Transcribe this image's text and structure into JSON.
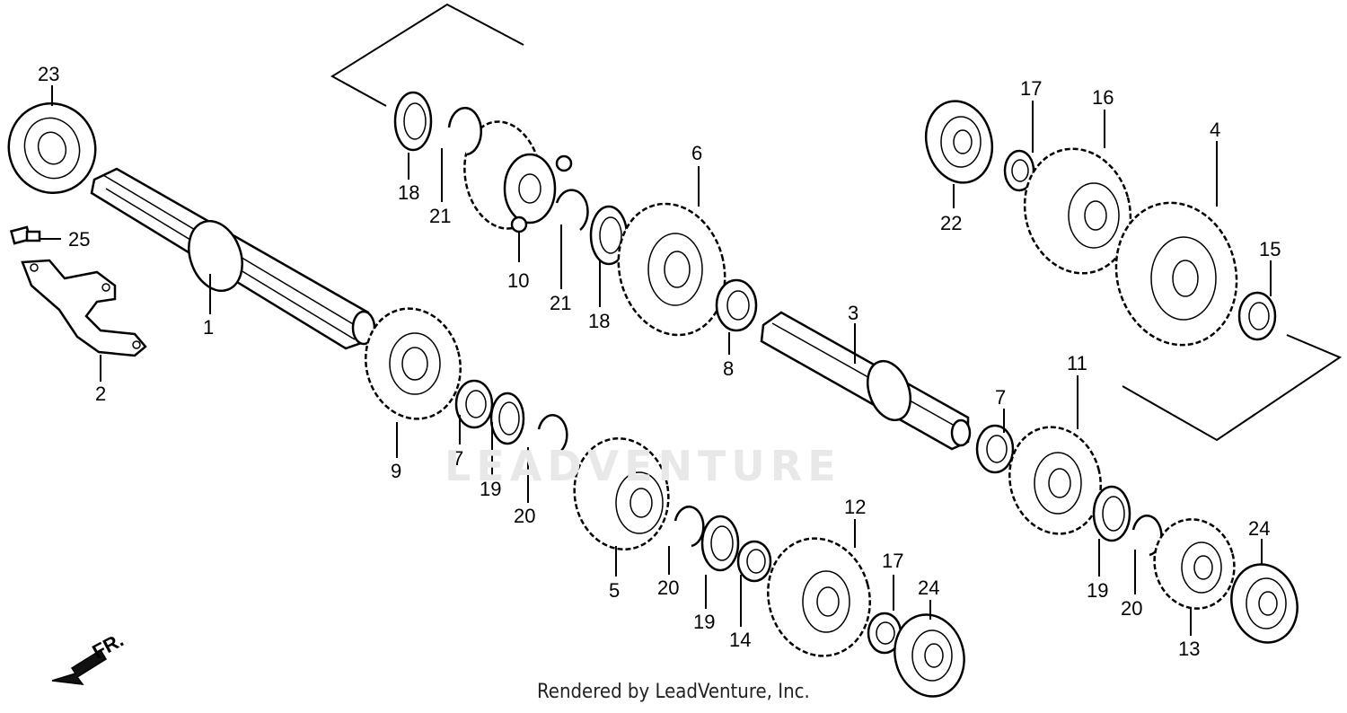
{
  "diagram": {
    "watermark": "LEADVENTURE",
    "credit": "Rendered by LeadVenture, Inc.",
    "front_indicator": "FR.",
    "callouts": [
      "1",
      "2",
      "3",
      "4",
      "5",
      "6",
      "7",
      "7",
      "8",
      "9",
      "10",
      "11",
      "12",
      "13",
      "14",
      "15",
      "16",
      "17",
      "17",
      "18",
      "18",
      "19",
      "19",
      "19",
      "20",
      "20",
      "20",
      "21",
      "21",
      "22",
      "23",
      "24",
      "24",
      "25"
    ]
  }
}
